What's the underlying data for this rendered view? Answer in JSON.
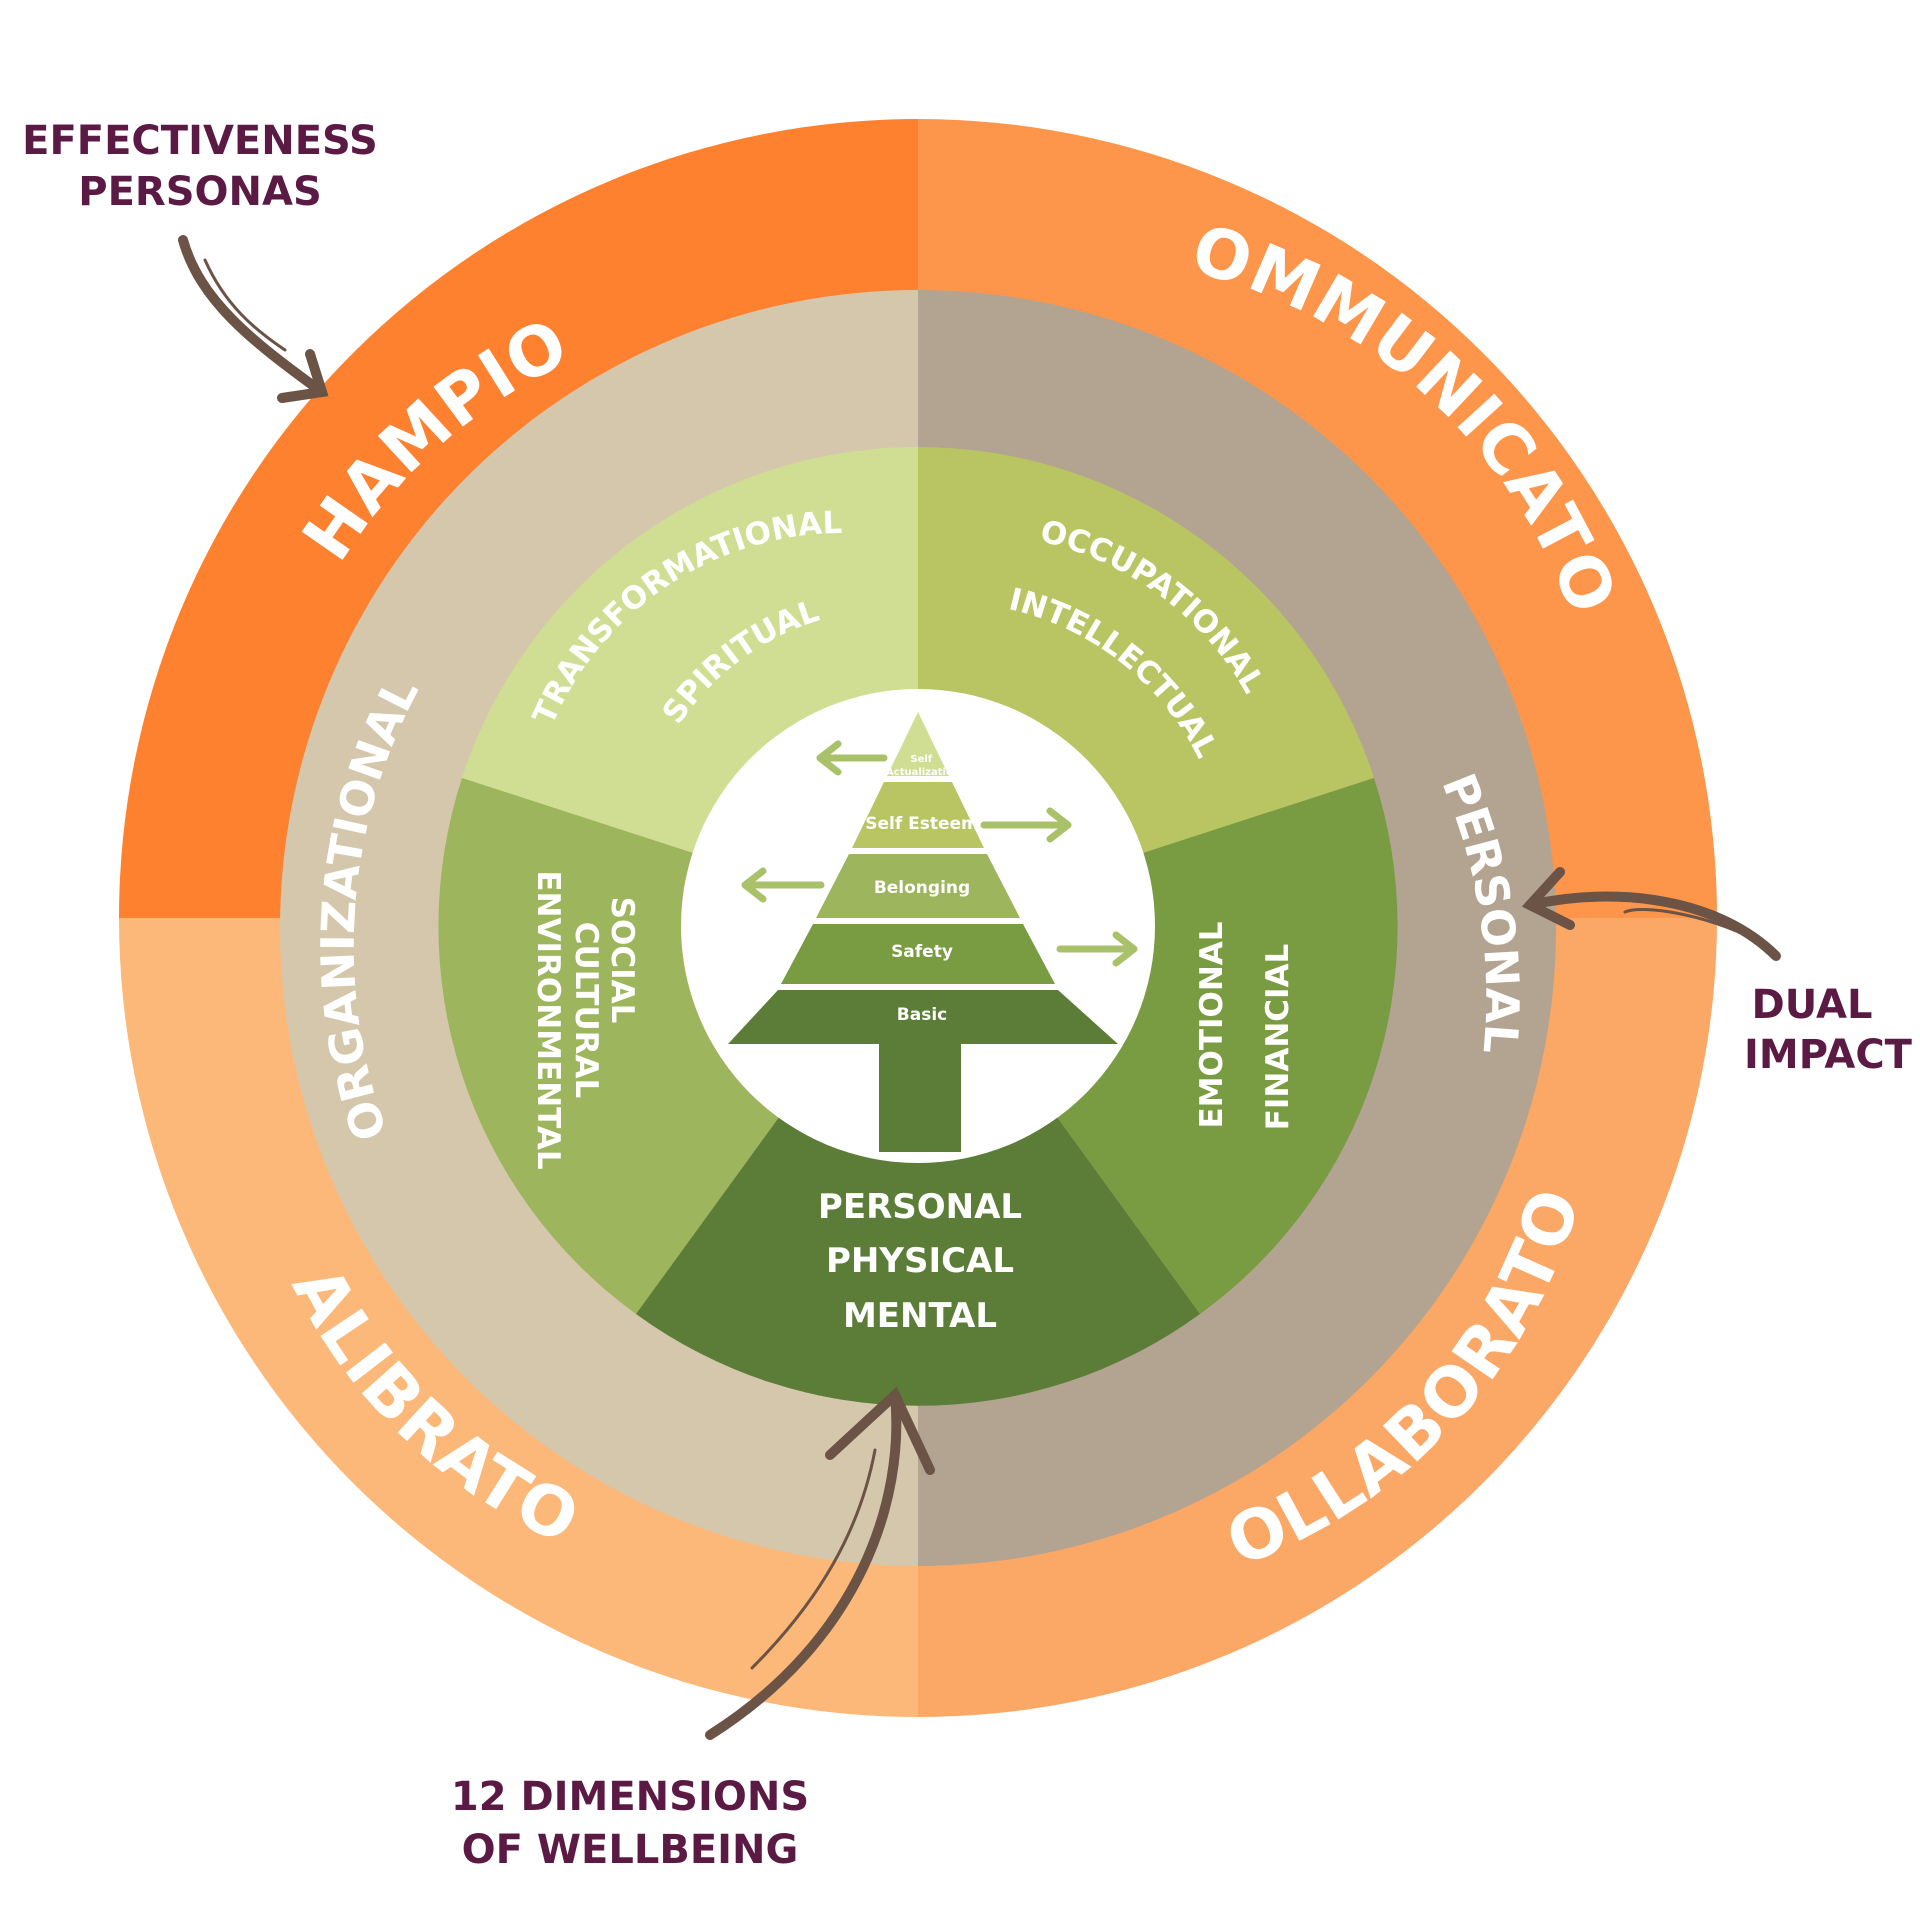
{
  "callouts": {
    "effectiveness": [
      "EFFECTIVENESS",
      "PERSONAS"
    ],
    "dual": [
      "DUAL",
      "IMPACT"
    ],
    "dimensions": [
      "12 DIMENSIONS",
      "OF WELLBEING"
    ]
  },
  "personas": {
    "champion": "CHAMPION",
    "communicator": "COMMUNICATOR",
    "calibrator": "CALIBRATOR",
    "collaborator": "COLLABORATOR"
  },
  "impact": {
    "organizational": "ORGANIZATIONAL",
    "personal": "PERSONAL"
  },
  "dimensions": {
    "top_left": [
      "TRANSFORMATIONAL",
      "SPIRITUAL"
    ],
    "top_right": [
      "OCCUPATIONAL",
      "INTELLECTUAL"
    ],
    "left": [
      "SOCIAL",
      "CULTURAL",
      "ENVIRONMENTAL"
    ],
    "right": [
      "EMOTIONAL",
      "FINANCIAL"
    ],
    "bottom": [
      "PERSONAL",
      "PHYSICAL",
      "MENTAL"
    ]
  },
  "pyramid": {
    "level5": [
      "Self",
      "Actualization"
    ],
    "level4": "Self Esteem",
    "level3": "Belonging",
    "level2": "Safety",
    "level1": "Basic"
  },
  "colors": {
    "champion": "#fd812f",
    "communicator": "#fd964a",
    "calibrator": "#fcb878",
    "collaborator": "#fba765",
    "organizational": "#d5c7ac",
    "personal": "#b3a391",
    "top_left": "#d0de93",
    "top_right": "#b8c562",
    "left": "#9db55c",
    "right": "#799b41",
    "bottom": "#5b7d38",
    "callout_text": "#5b1a44",
    "arrow": "#6b5346"
  }
}
